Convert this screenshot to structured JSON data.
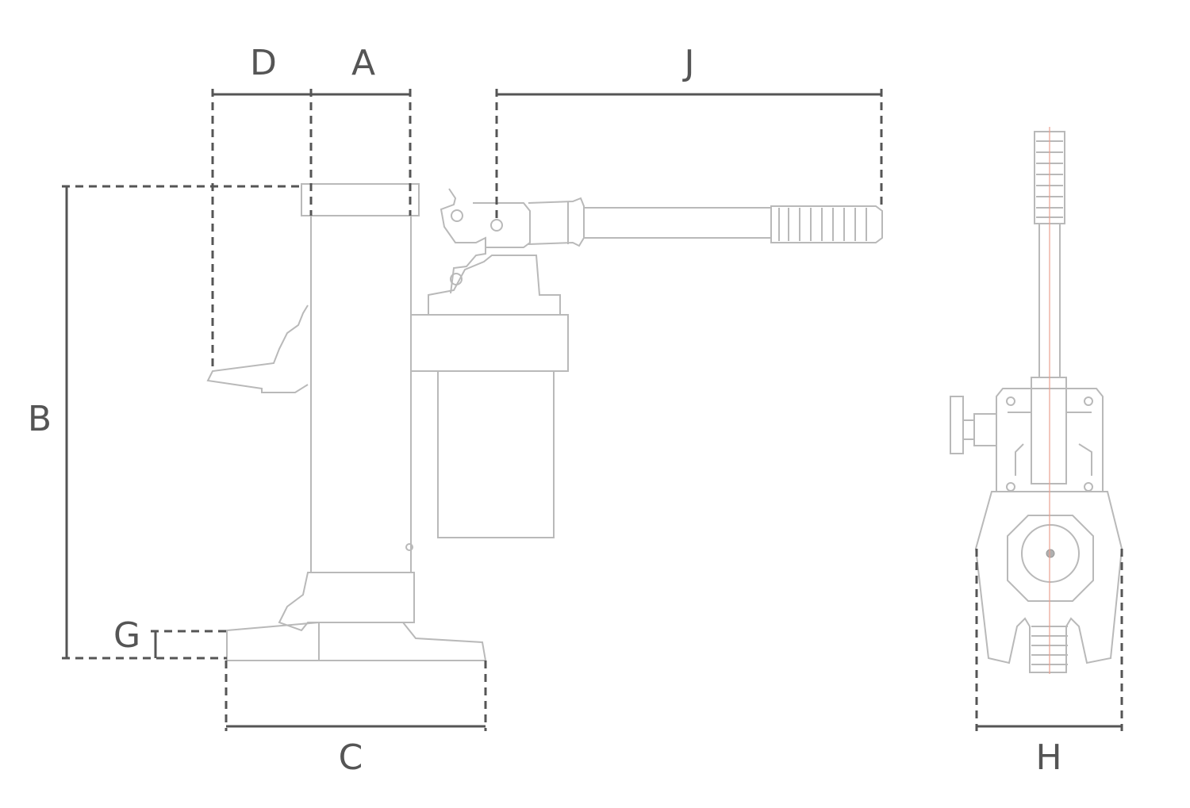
{
  "labels": {
    "D": "D",
    "A": "A",
    "J": "J",
    "B": "B",
    "G": "G",
    "C": "C",
    "H": "H"
  },
  "colors": {
    "dimension": "#555555",
    "outline": "#b9b9b9",
    "centerline": "#e8a090"
  }
}
